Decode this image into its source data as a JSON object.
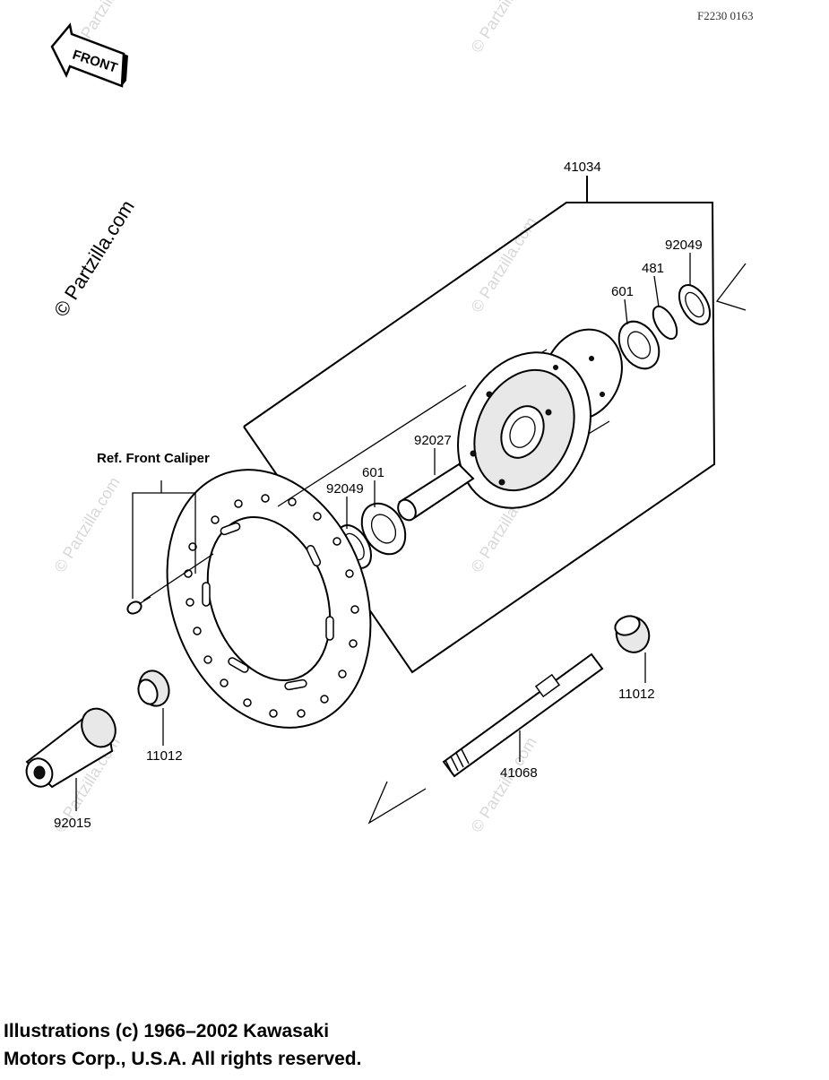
{
  "figure_code": "F2230 0163",
  "front_label": "FRONT",
  "watermark_main": "© Partzilla.com",
  "watermark_repeat": "© Partzilla.com",
  "ref_label": "Ref. Front Caliper",
  "parts": {
    "p41034": "41034",
    "p92049_right": "92049",
    "p481": "481",
    "p601_right": "601",
    "p92027": "92027",
    "p601_left": "601",
    "p92049_left": "92049",
    "p11012_right": "11012",
    "p11012_left": "11012",
    "p41068": "41068",
    "p92015": "92015"
  },
  "copyright": {
    "line1": "Illustrations (c) 1966–2002 Kawasaki",
    "line2": "Motors Corp., U.S.A.  All rights reserved."
  }
}
